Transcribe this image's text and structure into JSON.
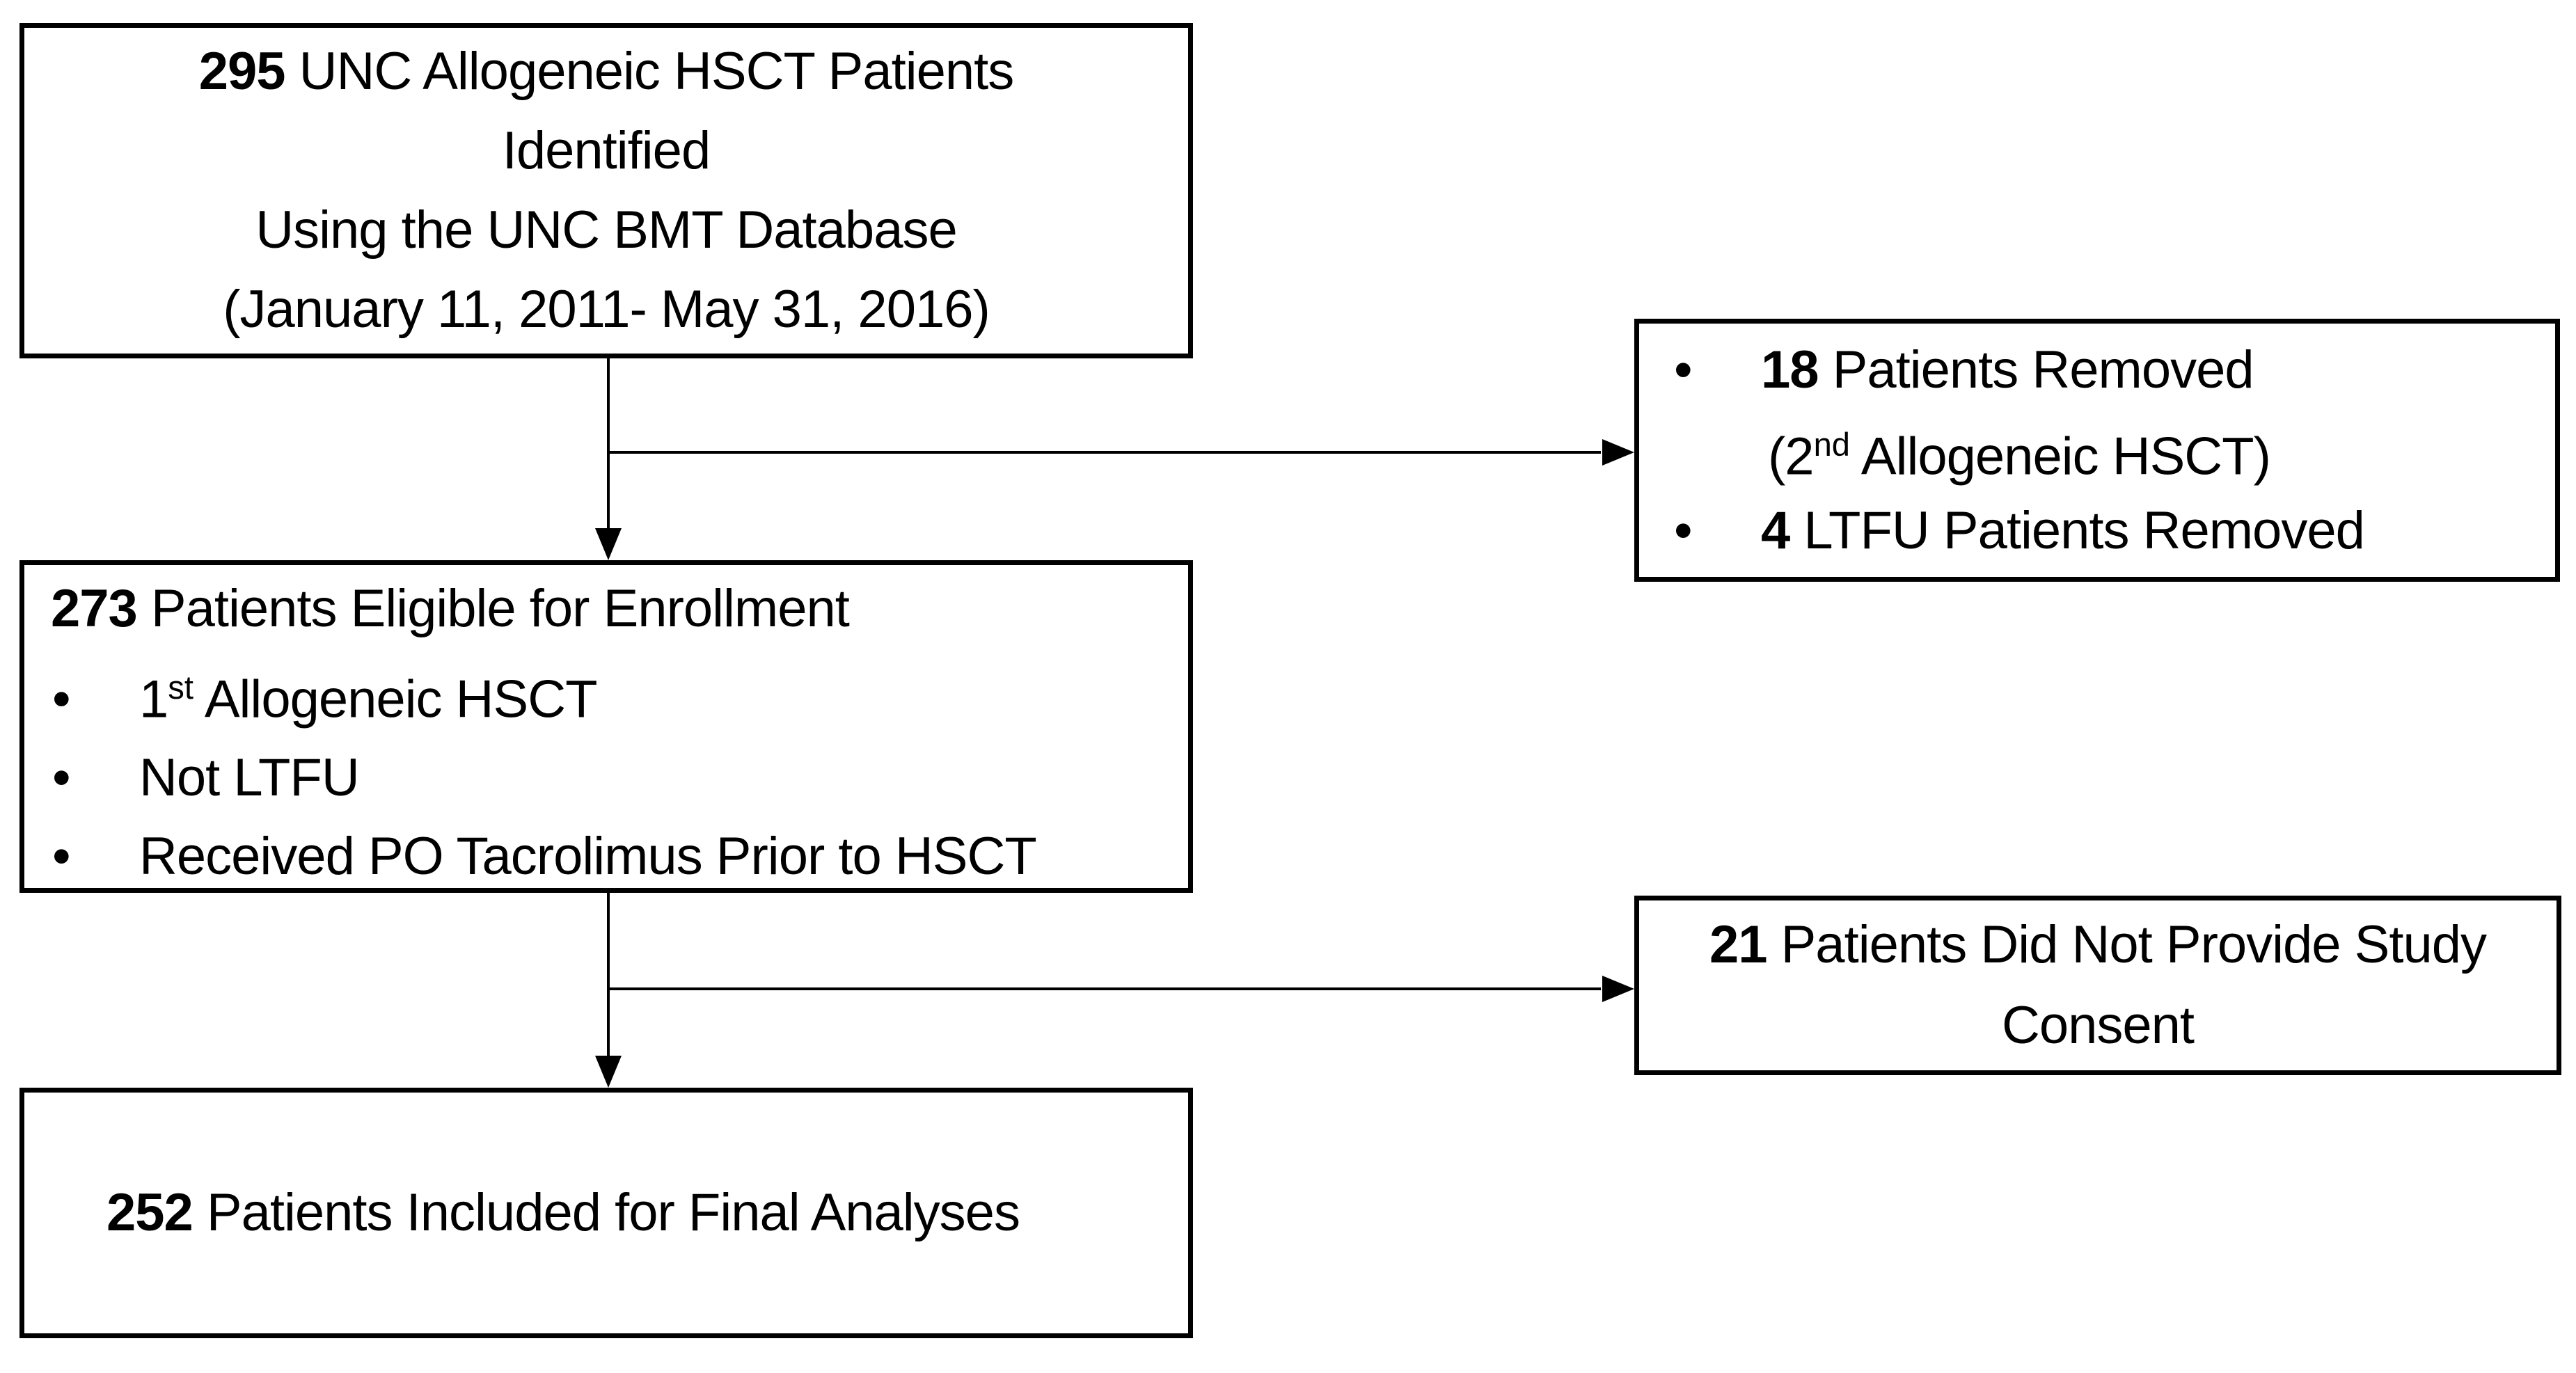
{
  "colors": {
    "background": "#ffffff",
    "box_border": "#000000",
    "text": "#000000",
    "arrow": "#000000"
  },
  "flowchart": {
    "box_identified": {
      "line1_num": "295",
      "line1_rest": " UNC Allogeneic HSCT Patients",
      "line2": "Identified",
      "line3": "Using the UNC BMT Database",
      "line4": "(January 11, 2011- May 31, 2016)"
    },
    "box_removed": {
      "bullet": "•",
      "item1_num": "18",
      "item1_rest": " Patients Removed",
      "item1_cont_pre": "(2",
      "item1_cont_sup": "nd",
      "item1_cont_post": " Allogeneic HSCT)",
      "item2_num": "4",
      "item2_rest": " LTFU Patients Removed"
    },
    "box_eligible": {
      "title_num": "273",
      "title_rest": " Patients Eligible for Enrollment",
      "bullet": "•",
      "item1_pre": "1",
      "item1_sup": "st",
      "item1_post": " Allogeneic HSCT",
      "item2": "Not LTFU",
      "item3": "Received PO Tacrolimus Prior to HSCT"
    },
    "box_consent": {
      "line1_num": "21",
      "line1_rest": " Patients Did Not Provide Study",
      "line2": "Consent"
    },
    "box_final": {
      "num": "252",
      "rest": " Patients Included for Final Analyses"
    }
  }
}
